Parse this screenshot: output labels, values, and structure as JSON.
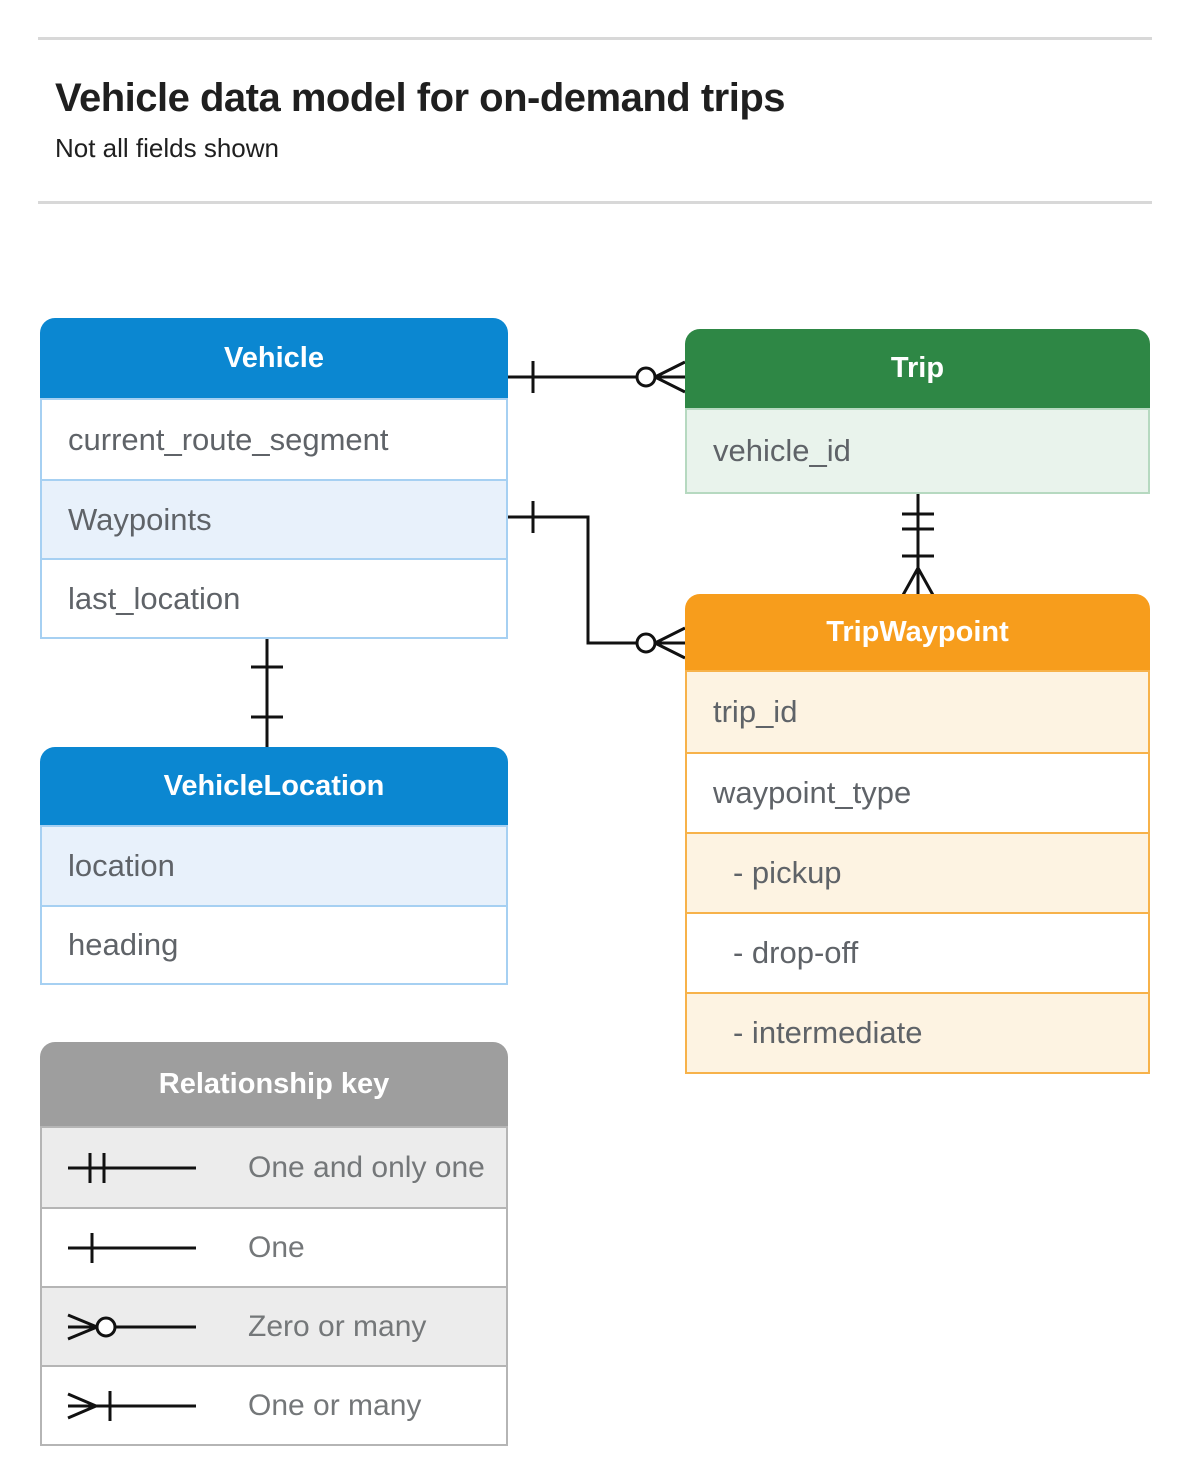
{
  "page": {
    "title": "Vehicle data model for on-demand trips",
    "subtitle": "Not all fields shown"
  },
  "entities": {
    "vehicle": {
      "title": "Vehicle",
      "fields": [
        "current_route_segment",
        "Waypoints",
        "last_location"
      ]
    },
    "trip": {
      "title": "Trip",
      "fields": [
        "vehicle_id"
      ]
    },
    "trip_waypoint": {
      "title": "TripWaypoint",
      "fields": [
        "trip_id",
        "waypoint_type",
        "- pickup",
        "- drop-off",
        "- intermediate"
      ]
    },
    "vehicle_location": {
      "title": "VehicleLocation",
      "fields": [
        "location",
        "heading"
      ]
    }
  },
  "relationships": [
    {
      "from": "Vehicle",
      "to": "Trip",
      "from_end": "one",
      "to_end": "zero-or-many"
    },
    {
      "from": "Vehicle.Waypoints",
      "to": "TripWaypoint",
      "from_end": "one",
      "to_end": "zero-or-many"
    },
    {
      "from": "Trip",
      "to": "TripWaypoint",
      "from_end": "one-and-only-one",
      "to_end": "one-or-many"
    },
    {
      "from": "Vehicle",
      "to": "VehicleLocation",
      "from_end": "one",
      "to_end": "one"
    }
  ],
  "legend": {
    "title": "Relationship key",
    "items": [
      {
        "symbol": "one-and-only-one",
        "label": "One and only one"
      },
      {
        "symbol": "one",
        "label": "One"
      },
      {
        "symbol": "zero-or-many",
        "label": "Zero or many"
      },
      {
        "symbol": "one-or-many",
        "label": "One or many"
      }
    ]
  },
  "colors": {
    "blue_header": "#0b87d1",
    "blue_tint": "#e8f1fb",
    "blue_border": "#a6d0f2",
    "green_header": "#2e8745",
    "green_tint": "#e9f3ec",
    "green_border": "#b6d9c0",
    "orange_header": "#f79d1c",
    "orange_tint": "#fdf3e2",
    "orange_border": "#f7b24a",
    "gray_header": "#9e9e9e",
    "gray_tint": "#ececec",
    "gray_border": "#b5b5b5",
    "row_text": "#5f6368",
    "legend_text": "#747779",
    "title_text": "#1f1f1f",
    "rule": "#d8d8d8"
  }
}
